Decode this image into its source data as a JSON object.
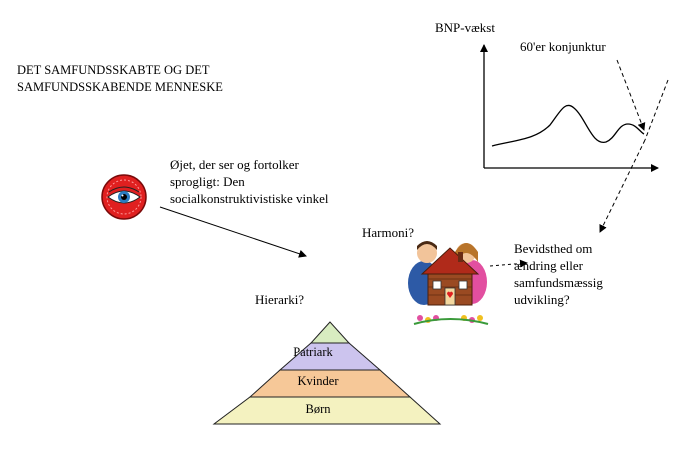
{
  "title_lines": [
    "DET SAMFUNDSSKABTE OG DET",
    "SAMFUNDSSKABENDE MENNESKE"
  ],
  "eye_text_lines": [
    "Øjet, der ser og fortolker",
    "sprogligt:  Den",
    "socialkonstruktivistiske vinkel"
  ],
  "gdp_axis_label": "BNP-vækst",
  "boom_label": "60'er konjunktur",
  "harmony_label": "Harmoni?",
  "awareness_lines": [
    "Bevidsthed om",
    "ændring eller",
    "samfundsmæssig",
    "udvikling?"
  ],
  "hierarchy_label": "Hierarki?",
  "pyramid_levels": [
    "",
    "Patriark",
    "Kvinder",
    "Børn"
  ],
  "colors": {
    "pyramid_top": "#d8ecc0",
    "pyramid_patriark": "#ccc4ee",
    "pyramid_kvinder": "#f6c898",
    "pyramid_born": "#f4f2c0",
    "eye_red": "#e02020",
    "house_brown": "#9a4a22",
    "roof": "#b02a1a"
  },
  "icons": [
    "eye-icon",
    "couple-house-icon"
  ]
}
